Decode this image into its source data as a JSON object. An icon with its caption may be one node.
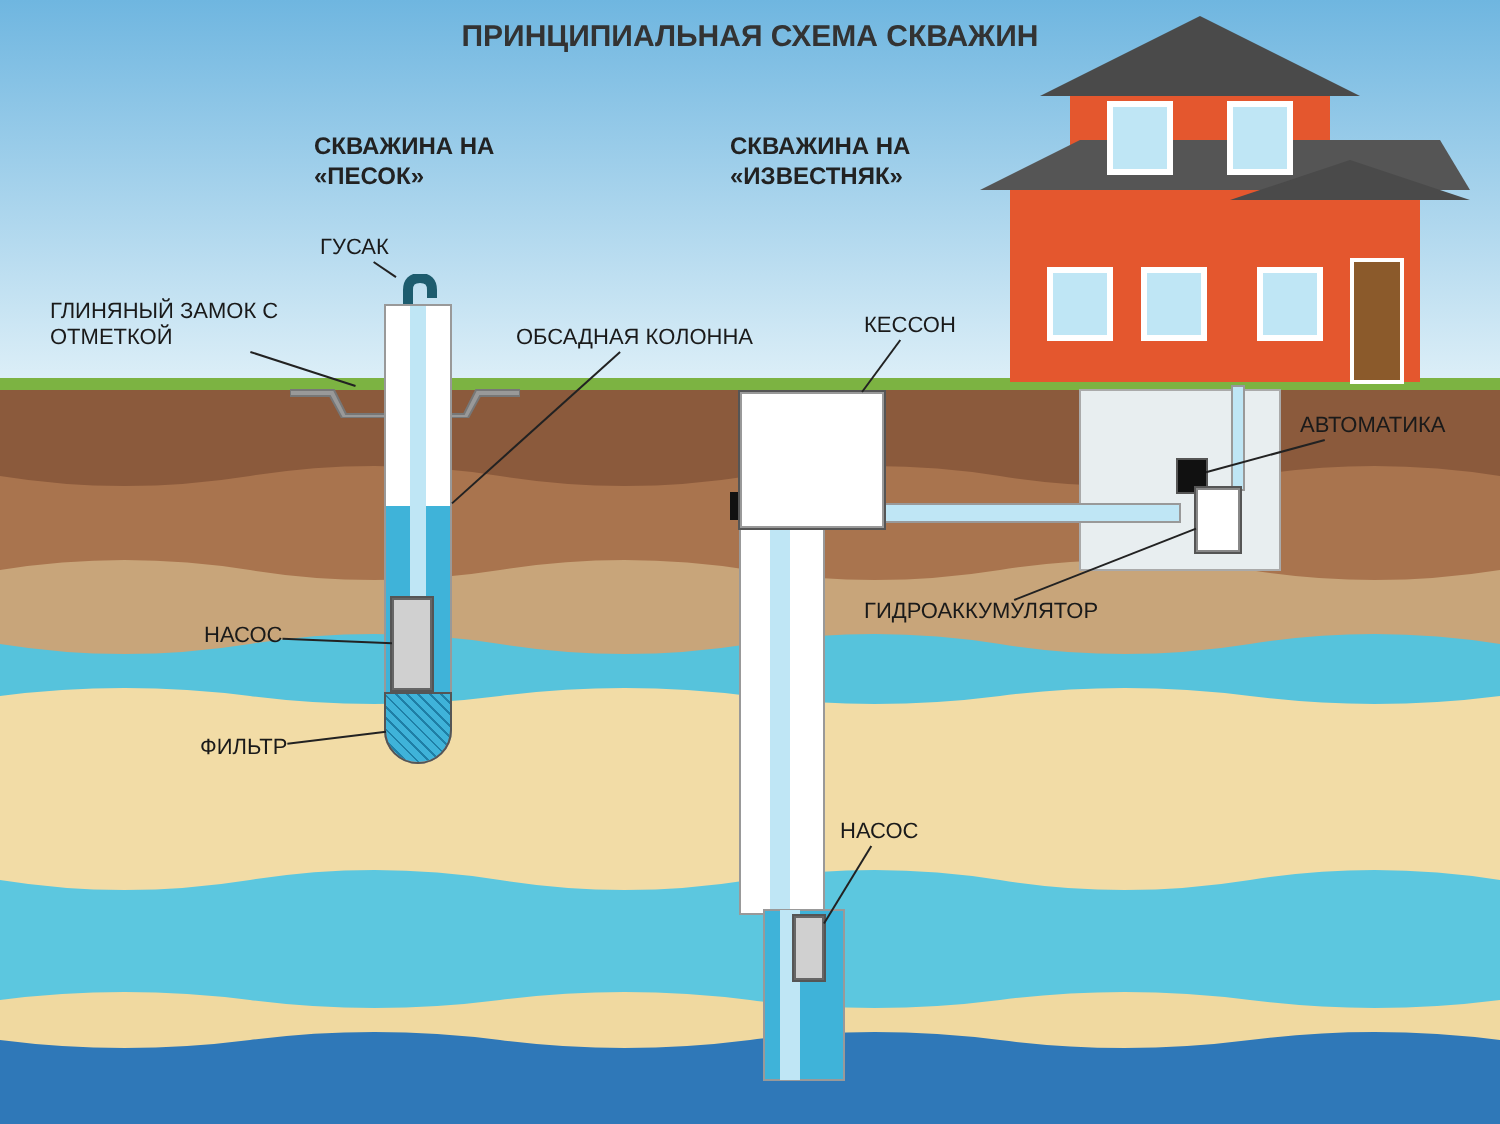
{
  "diagram": {
    "title": "ПРИНЦИПИАЛЬНАЯ СХЕМА СКВАЖИН",
    "nodes": [
      {
        "text": [
          "ГУСАК"
        ]
      },
      {
        "text": [
          "ГЛИНЯНЫЙ ЗАМОК С ОТМЕТКОЙ"
        ]
      },
      {
        "text": [
          "ОБСАДНАЯ КОЛОННА"
        ]
      },
      {
        "text": [
          "КЕССОН"
        ]
      },
      {
        "text": [
          "АВТОМАТИКА"
        ]
      },
      {
        "text": [
          "ГИДРОАККУМУЛЯТОР"
        ]
      },
      {
        "text": [
          "НАСОС"
        ]
      },
      {
        "text": [
          "ФИЛЬТР"
        ]
      },
      {
        "text": [
          "НАСОС"
        ]
      },
      {
        "text": [],
        "shape": "bar"
      },
      {
        "text": [],
        "shape": "bar"
      },
      {
        "text": [],
        "shape": "bar"
      },
      {
        "text": [],
        "shape": "box"
      },
      {
        "text": [],
        "shape": "box"
      },
      {
        "text": [],
        "shape": "box"
      },
      {
        "text": [],
        "shape": "box",
        "in": 11
      },
      {
        "text": [],
        "shape": "box",
        "in": 11
      },
      {
        "text": [],
        "shape": "box"
      }
    ],
    "edges": [
      {
        "from": 0,
        "to": 9,
        "arrow": "none"
      },
      {
        "from": 1,
        "to": 10,
        "arrow": "none"
      },
      {
        "from": 2,
        "to": 11,
        "arrow": "none"
      },
      {
        "from": 3,
        "to": 12,
        "arrow": "none"
      },
      {
        "from": 4,
        "to": 13,
        "arrow": "none"
      },
      {
        "from": 5,
        "to": 14,
        "arrow": "none"
      },
      {
        "from": 6,
        "to": 15,
        "arrow": "none"
      },
      {
        "from": 7,
        "to": 16,
        "arrow": "none"
      },
      {
        "from": 8,
        "to": 17,
        "arrow": "none"
      }
    ],
    "labels": [
      "СКВАЖИНА НА «ПЕСОК»",
      "СКВАЖИНА НА «ИЗВЕСТНЯК»"
    ]
  }
}
